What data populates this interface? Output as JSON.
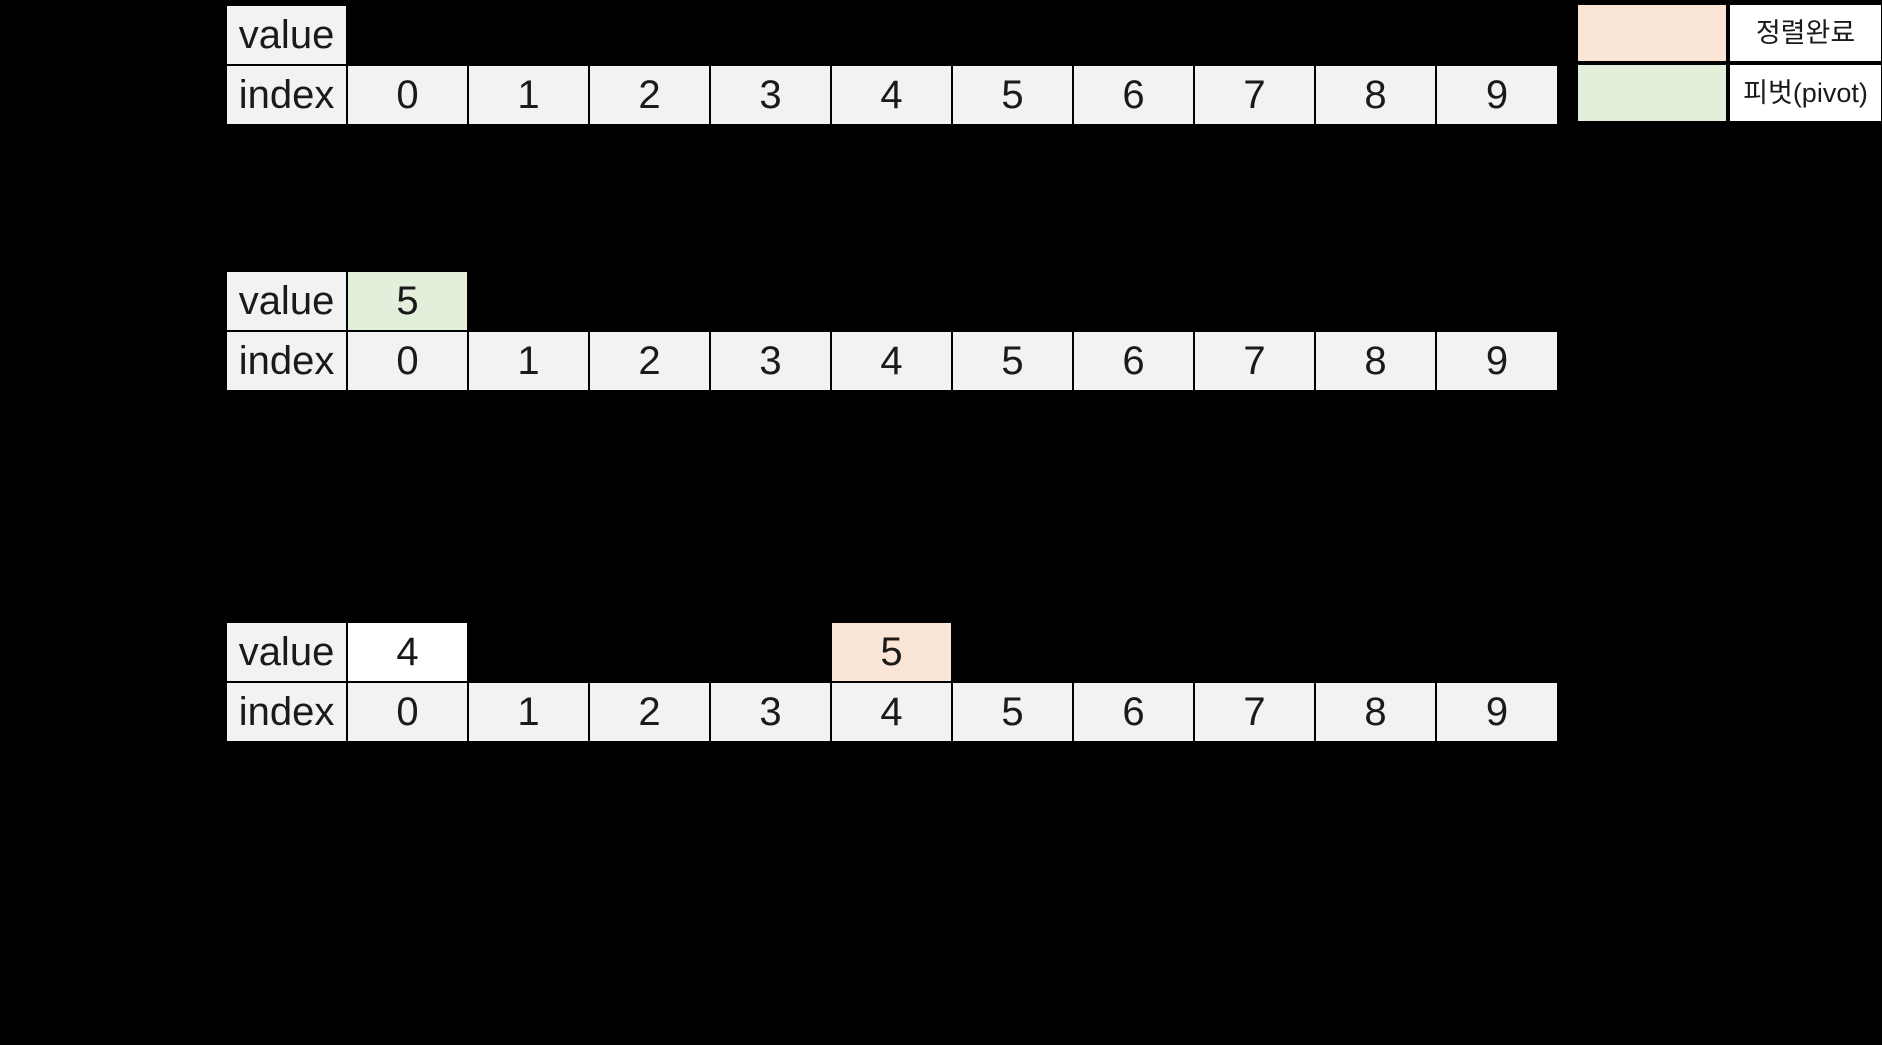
{
  "colors": {
    "background": "#000000",
    "cell_bg": "#f2f2f2",
    "value_plain_bg": "#ffffff",
    "pivot_bg": "#e2efda",
    "sorted_bg": "#fbe5d6",
    "border": "#000000",
    "text": "#1a1a1a"
  },
  "legend": {
    "items": [
      {
        "id": "sorted",
        "swatch_color": "#fbe5d6",
        "label": "정렬완료"
      },
      {
        "id": "pivot",
        "swatch_color": "#e2efda",
        "label": "피벗(pivot)"
      }
    ]
  },
  "tables": [
    {
      "id": "step-1",
      "value_label": "value",
      "index_label": "index",
      "indices": [
        "0",
        "1",
        "2",
        "3",
        "4",
        "5",
        "6",
        "7",
        "8",
        "9"
      ],
      "values": []
    },
    {
      "id": "step-2",
      "value_label": "value",
      "index_label": "index",
      "indices": [
        "0",
        "1",
        "2",
        "3",
        "4",
        "5",
        "6",
        "7",
        "8",
        "9"
      ],
      "values": [
        {
          "index": 0,
          "text": "5",
          "highlight": "pivot"
        }
      ]
    },
    {
      "id": "step-3",
      "value_label": "value",
      "index_label": "index",
      "indices": [
        "0",
        "1",
        "2",
        "3",
        "4",
        "5",
        "6",
        "7",
        "8",
        "9"
      ],
      "values": [
        {
          "index": 0,
          "text": "4",
          "highlight": "plain"
        },
        {
          "index": 4,
          "text": "5",
          "highlight": "sorted"
        }
      ]
    }
  ]
}
